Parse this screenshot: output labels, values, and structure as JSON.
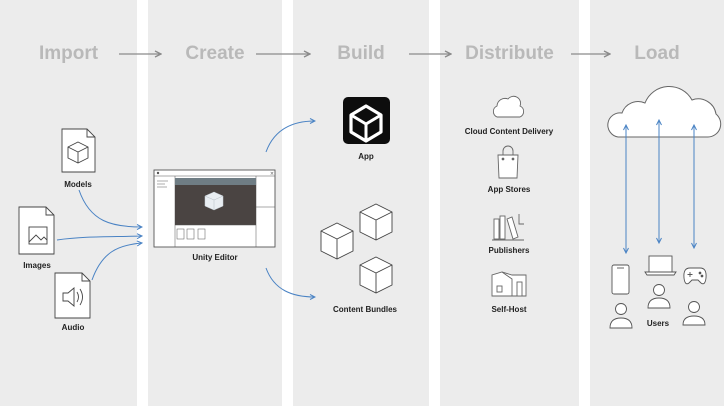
{
  "stages": [
    "Import",
    "Create",
    "Build",
    "Distribute",
    "Load"
  ],
  "import": {
    "models": "Models",
    "images": "Images",
    "audio": "Audio"
  },
  "create": {
    "editor": "Unity Editor"
  },
  "build": {
    "app": "App",
    "bundles": "Content Bundles"
  },
  "distribute": {
    "cloud": "Cloud Content Delivery",
    "stores": "App Stores",
    "publishers": "Publishers",
    "selfhost": "Self-Host"
  },
  "load": {
    "users": "Users"
  },
  "colors": {
    "arrow": "#4a83c4",
    "stage_text": "#b9b9b9",
    "panel": "#ececec"
  },
  "icons": [
    "cube-file-icon",
    "image-file-icon",
    "audio-file-icon",
    "unity-logo-icon",
    "cube-icon",
    "cloud-icon",
    "shopping-bag-icon",
    "books-icon",
    "house-icon",
    "phone-icon",
    "laptop-icon",
    "gamepad-icon",
    "user-icon"
  ]
}
